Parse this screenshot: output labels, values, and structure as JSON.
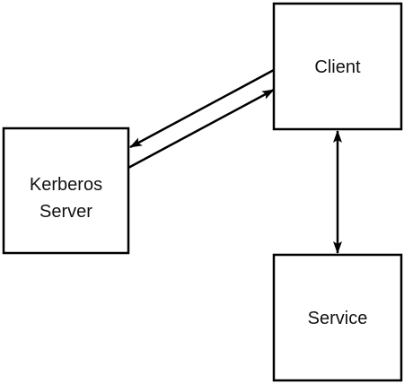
{
  "nodes": {
    "client": {
      "label": "Client"
    },
    "kerberos": {
      "label_line1": "Kerberos",
      "label_line2": "Server"
    },
    "service": {
      "label": "Service"
    }
  },
  "edges": [
    {
      "from": "client",
      "to": "kerberos",
      "arrowhead": "to"
    },
    {
      "from": "kerberos",
      "to": "client",
      "arrowhead": "to"
    },
    {
      "from": "client",
      "to": "service",
      "arrowhead": "both"
    }
  ],
  "colors": {
    "stroke": "#000000",
    "background": "#ffffff"
  }
}
